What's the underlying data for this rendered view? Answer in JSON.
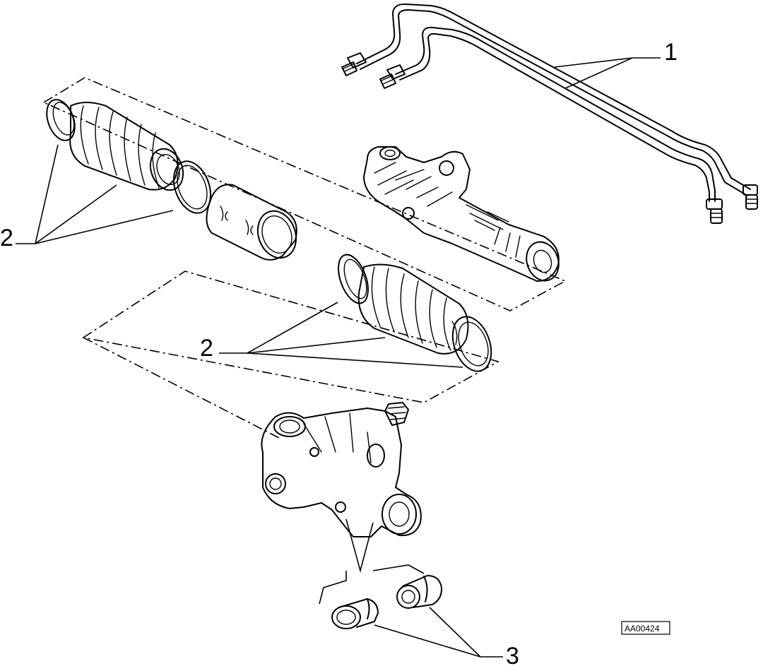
{
  "callouts": {
    "item_1": "1",
    "item_2_upper": "2",
    "item_2_lower": "2",
    "item_3": "3"
  },
  "reference_code": "AA00424"
}
